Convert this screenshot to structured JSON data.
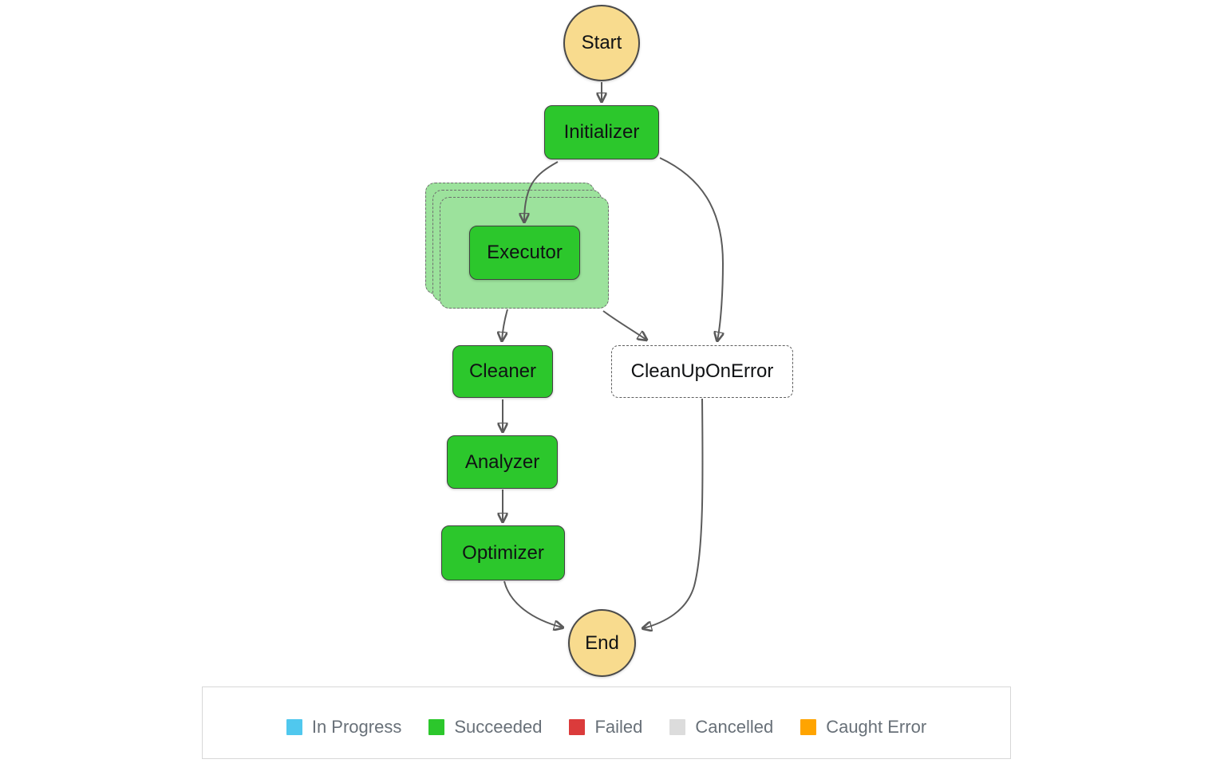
{
  "diagram": {
    "nodes": {
      "start": {
        "label": "Start",
        "type": "start-circle",
        "fill": "#f8db8e"
      },
      "initializer": {
        "label": "Initializer",
        "type": "task",
        "status": "succeeded",
        "fill": "#2cc72c"
      },
      "executor": {
        "label": "Executor",
        "type": "map-iteration-task",
        "status": "succeeded",
        "fill": "#2cc72c"
      },
      "executor_map": {
        "type": "map-container",
        "status": "succeeded",
        "fill": "#9ce29c"
      },
      "cleaner": {
        "label": "Cleaner",
        "type": "task",
        "status": "succeeded",
        "fill": "#2cc72c"
      },
      "cleanup_on_error": {
        "label": "CleanUpOnError",
        "type": "catch-task",
        "status": "not-executed",
        "fill": "#ffffff"
      },
      "analyzer": {
        "label": "Analyzer",
        "type": "task",
        "status": "succeeded",
        "fill": "#2cc72c"
      },
      "optimizer": {
        "label": "Optimizer",
        "type": "task",
        "status": "succeeded",
        "fill": "#2cc72c"
      },
      "end": {
        "label": "End",
        "type": "end-circle",
        "fill": "#f8db8e"
      }
    },
    "edges": [
      {
        "from": "Start",
        "to": "Initializer"
      },
      {
        "from": "Initializer",
        "to": "Executor"
      },
      {
        "from": "Initializer",
        "to": "CleanUpOnError"
      },
      {
        "from": "Executor",
        "to": "Cleaner"
      },
      {
        "from": "Executor",
        "to": "CleanUpOnError"
      },
      {
        "from": "Cleaner",
        "to": "Analyzer"
      },
      {
        "from": "Analyzer",
        "to": "Optimizer"
      },
      {
        "from": "Optimizer",
        "to": "End"
      },
      {
        "from": "CleanUpOnError",
        "to": "End"
      }
    ],
    "edge_color": "#5b5b5b"
  },
  "legend": {
    "items": [
      {
        "label": "In Progress",
        "color": "#50c8ee"
      },
      {
        "label": "Succeeded",
        "color": "#2cc72c"
      },
      {
        "label": "Failed",
        "color": "#db3b3b"
      },
      {
        "label": "Cancelled",
        "color": "#dcdcdc"
      },
      {
        "label": "Caught Error",
        "color": "#ffa400"
      }
    ]
  }
}
